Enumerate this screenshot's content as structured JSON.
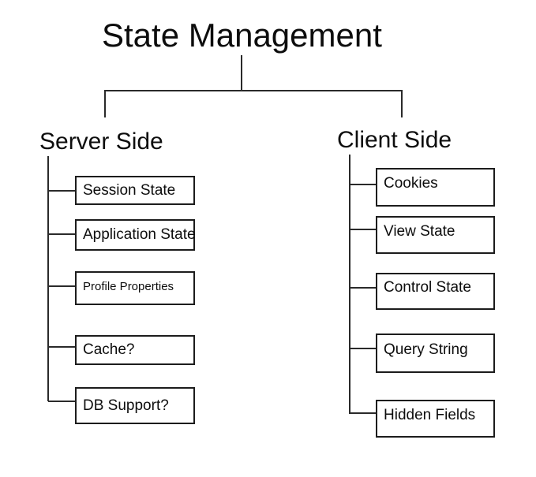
{
  "title": "State Management",
  "branches": [
    {
      "label": "Server Side",
      "items": [
        "Session State",
        "Application State",
        "Profile Properties",
        "Cache?",
        "DB Support?"
      ]
    },
    {
      "label": "Client Side",
      "items": [
        "Cookies",
        "View State",
        "Control State",
        "Query String",
        "Hidden Fields"
      ]
    }
  ],
  "colors": {
    "background": "#ffffff",
    "line": "#2a2a2a",
    "text": "#0d0d0d"
  }
}
